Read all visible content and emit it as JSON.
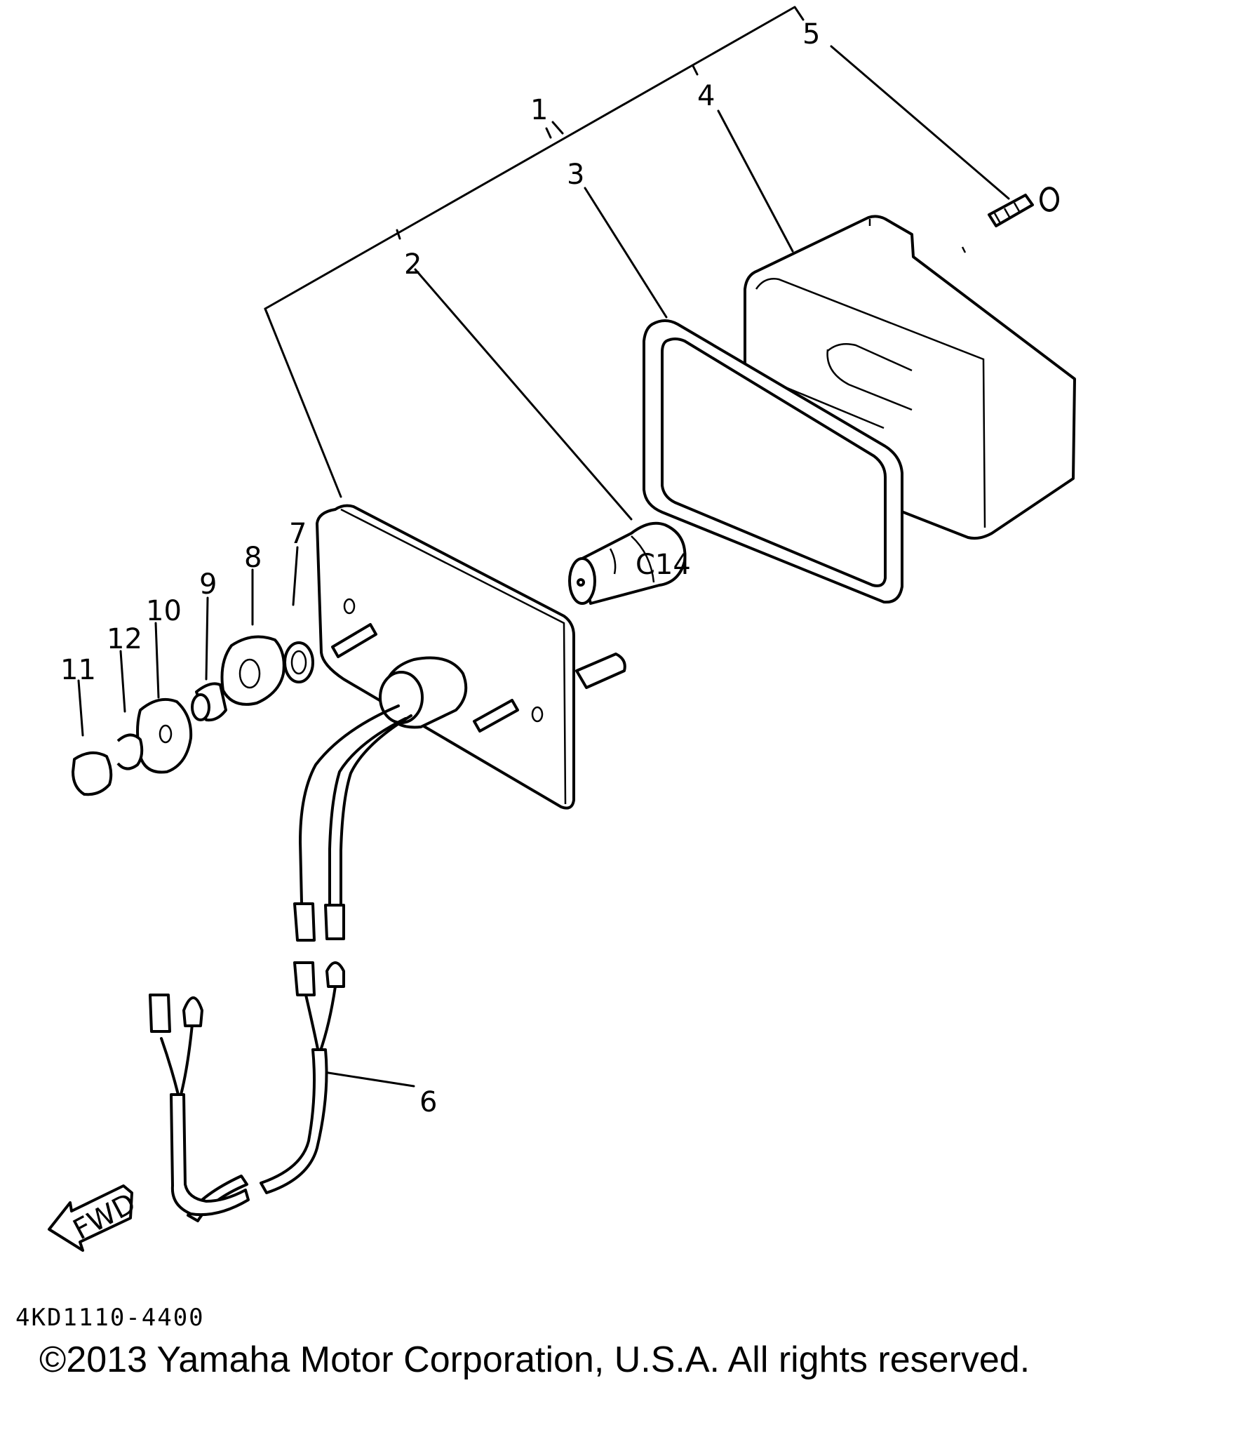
{
  "callouts": [
    "1",
    "2",
    "3",
    "4",
    "5",
    "6",
    "7",
    "8",
    "9",
    "10",
    "11",
    "12"
  ],
  "direction_arrow": "FWD",
  "drawing_code": "4KD1110-4400",
  "copyright": "©2013 Yamaha Motor Corporation, U.S.A. All rights reserved."
}
